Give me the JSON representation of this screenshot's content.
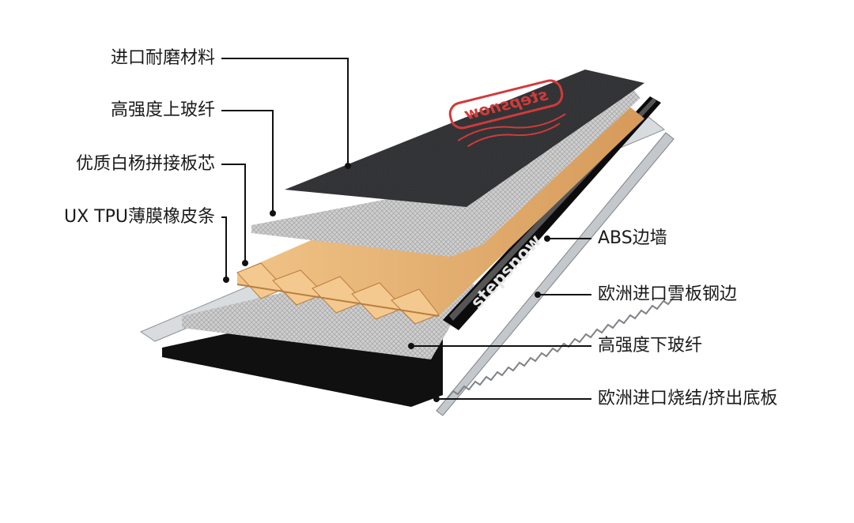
{
  "brand": "stepsnow",
  "labels_left": [
    "进口耐磨材料",
    "高强度上玻纤",
    "优质白杨拼接板芯",
    "UX TPU薄膜橡皮条"
  ],
  "labels_right": [
    "ABS边墙",
    "欧洲进口雪板钢边",
    "高强度下玻纤",
    "欧洲进口烧结/挤出底板"
  ],
  "colors": {
    "topsheet": "#2f3032",
    "logo_red": "#d23a3a",
    "fiberglass": "#c9c9c9",
    "wood_light": "#e8b878",
    "wood_dark": "#c98a4a",
    "base": "#111111",
    "steel_edge": "#bfc3c7",
    "leader_line": "#111111"
  }
}
